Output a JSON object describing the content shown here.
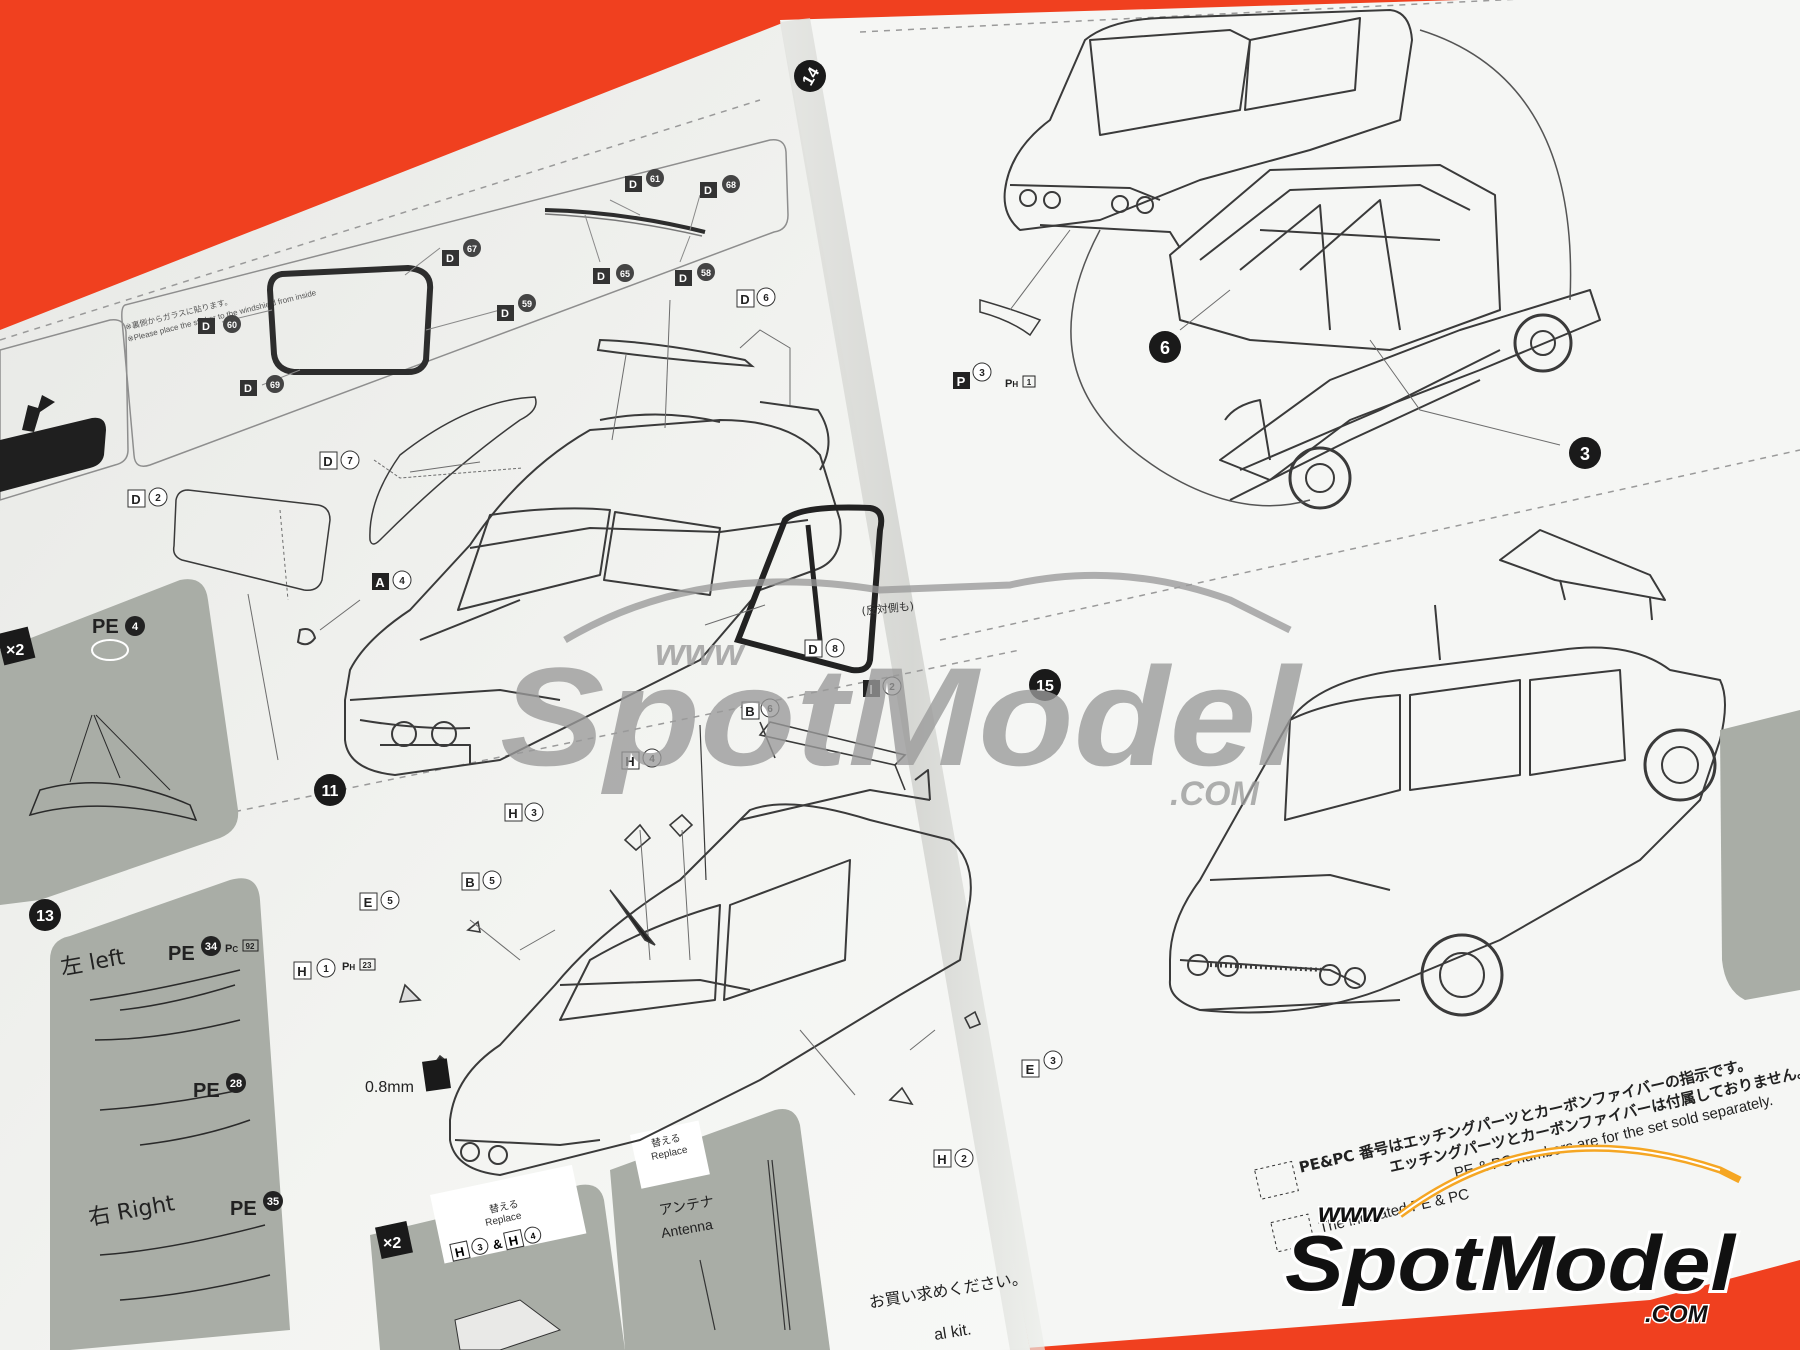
{
  "colors": {
    "background": "#f0401f",
    "paper_left": "#f1f2ef",
    "paper_right": "#f5f6f4",
    "line_art": "#3a3a3a",
    "detail_panel": "#a9ada6",
    "watermark": "#9a9a9a",
    "badge": "#1a1a1a",
    "logo_swoosh": "#f5a623"
  },
  "steps": {
    "s11": "11",
    "s13": "13",
    "s14": "14",
    "s15": "15",
    "callout_6": "6",
    "callout_3": "3"
  },
  "parts": {
    "d61": "61",
    "d68": "68",
    "d67": "67",
    "d59": "59",
    "d60": "60",
    "d69": "69",
    "d65": "65",
    "d58": "58",
    "D6": "6",
    "D7": "7",
    "D2": "2",
    "D8": "8",
    "A4": "4",
    "B6": "6",
    "I2": "2",
    "H4": "4",
    "H3": "3",
    "B5": "5",
    "E5": "5",
    "H1": "1",
    "H2": "2",
    "E3": "3",
    "P3": "3",
    "pe4": "4",
    "pe34": "34",
    "pe28": "28",
    "pe35": "35",
    "pc92": "92",
    "ph1": "1",
    "ph23": "23"
  },
  "notes": {
    "sticker_jp": "※裏側からガラスに貼ります。",
    "sticker_en": "※Please place the sticker to the windshield from inside",
    "opposite_side": "(反対側も)",
    "wire_size": "0.8mm",
    "x2": "×2",
    "left": "左 left",
    "right": "右 Right",
    "replace_jp": "替える",
    "replace_en": "Replace",
    "and": "&",
    "antenna_jp": "アンテナ",
    "antenna_en": "Antenna",
    "footnote_jp1": "PE&PC 番号はエッチングパーツとカーボンファイバーの指示です。",
    "footnote_jp2": "エッチングパーツとカーボンファイバーは付属しておりません。",
    "footnote_en1": "PE & PC numbers are for the set sold separately.",
    "footnote_en2": "The indicated PE & PC",
    "buy_jp": "お買い求めください。",
    "buy_en": "al kit."
  },
  "watermark": {
    "www": "www",
    "brand": "SpotModel",
    "com": ".COM"
  }
}
